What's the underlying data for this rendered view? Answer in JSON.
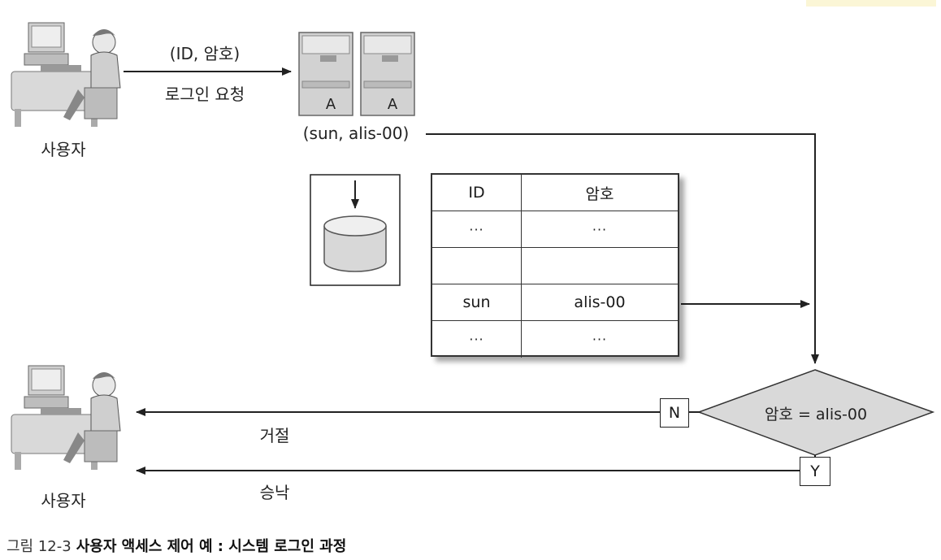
{
  "top": {
    "request_params": "(ID, 암호)",
    "request_label": "로그인 요청",
    "user_label_top": "사용자",
    "server_letter_1": "A",
    "server_letter_2": "A",
    "credentials": "(sun, alis-00)"
  },
  "table": {
    "headers": [
      "ID",
      "암호"
    ],
    "rows": [
      [
        "···",
        "···"
      ],
      [
        "",
        ""
      ],
      [
        "sun",
        "alis-00"
      ],
      [
        "···",
        "···"
      ]
    ]
  },
  "decision": {
    "condition": "암호 = alis-00",
    "no_label": "N",
    "yes_label": "Y"
  },
  "bottom": {
    "reject_label": "거절",
    "accept_label": "승낙",
    "user_label_bottom": "사용자"
  },
  "caption": {
    "number": "그림 12-3",
    "title": "사용자 액세스 제어 예 : 시스템 로그인 과정"
  }
}
